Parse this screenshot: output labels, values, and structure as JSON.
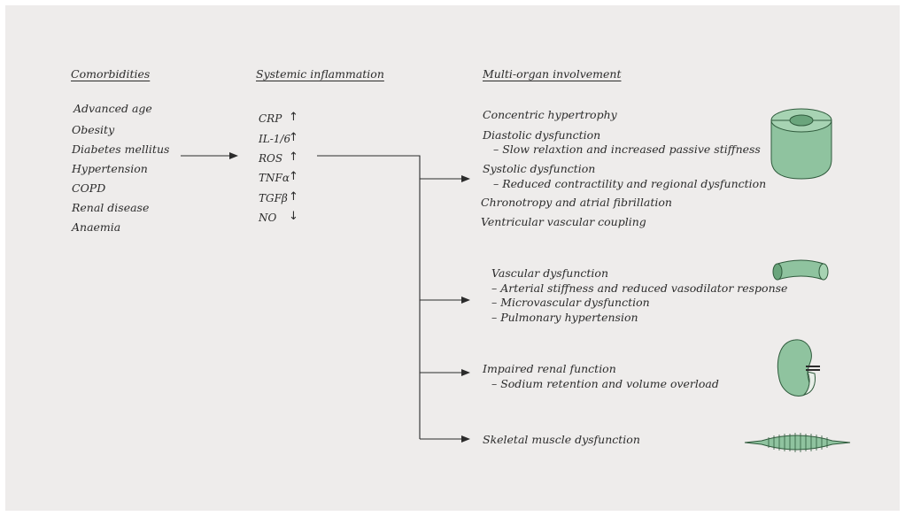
{
  "headers": {
    "comorbidities": "Comorbidities",
    "inflammation": "Systemic inflammation",
    "organ": "Multi-organ involvement"
  },
  "comorbidities": [
    "Advanced age",
    "Obesity",
    "Diabetes mellitus",
    "Hypertension",
    "COPD",
    "Renal disease",
    "Anaemia"
  ],
  "markers": [
    {
      "name": "CRP",
      "dir": "↑"
    },
    {
      "name": "IL-1/6",
      "dir": "↑"
    },
    {
      "name": "ROS",
      "dir": "↑"
    },
    {
      "name": "TNFα",
      "dir": "↑"
    },
    {
      "name": "TGFβ",
      "dir": "↑"
    },
    {
      "name": "NO",
      "dir": "↓"
    }
  ],
  "heart": [
    "Concentric hypertrophy",
    "Diastolic dysfunction",
    "– Slow relaxtion and increased passive stiffness",
    "Systolic dysfunction",
    "– Reduced contractility and regional dysfunction",
    "Chronotropy and atrial fibrillation",
    "Ventricular vascular coupling"
  ],
  "vascular": [
    "Vascular dysfunction",
    "– Arterial stiffness and reduced vasodilator response",
    "– Microvascular dysfunction",
    "– Pulmonary hypertension"
  ],
  "renal": [
    "Impaired renal function",
    "– Sodium retention and volume overload"
  ],
  "muscle": [
    "Skeletal muscle dysfunction"
  ],
  "colors": {
    "organ_fill": "#8fc39f",
    "organ_stroke": "#2f5a3c",
    "line": "#2b2b2b"
  }
}
